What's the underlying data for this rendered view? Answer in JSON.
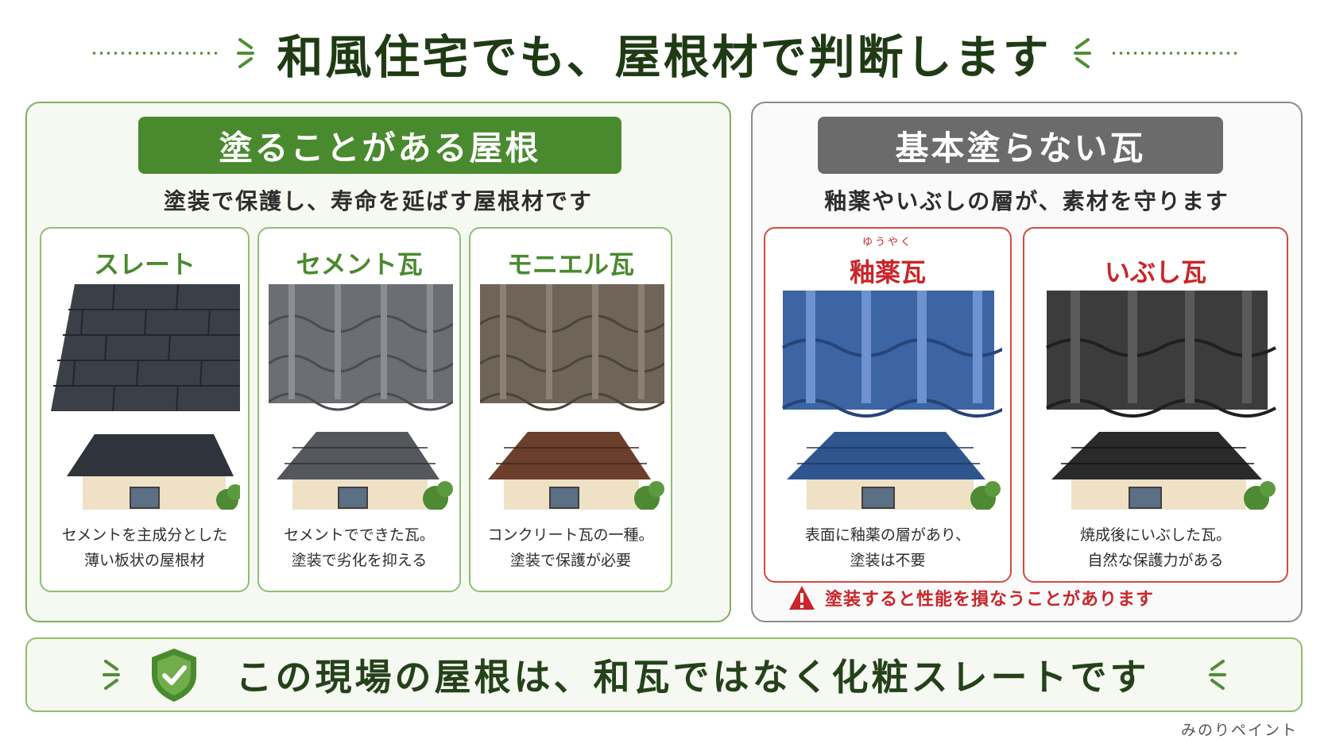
{
  "title": "和風住宅でも、屋根材で判断します",
  "left_panel": {
    "header": "塗ることがある屋根",
    "subtitle": "塗装で保護し、寿命を延ばす屋根材です",
    "cards": [
      {
        "title": "スレート",
        "desc1": "セメントを主成分とした",
        "desc2": "薄い板状の屋根材"
      },
      {
        "title": "セメント瓦",
        "desc1": "セメントでできた瓦。",
        "desc2": "塗装で劣化を抑える"
      },
      {
        "title": "モニエル瓦",
        "desc1": "コンクリート瓦の一種。",
        "desc2": "塗装で保護が必要"
      }
    ]
  },
  "right_panel": {
    "header": "基本塗らない瓦",
    "subtitle": "釉薬やいぶしの層が、素材を守ります",
    "cards": [
      {
        "ruby": "ゆうやく",
        "title": "釉薬瓦",
        "desc1": "表面に釉薬の層があり、",
        "desc2": "塗装は不要"
      },
      {
        "title": "いぶし瓦",
        "desc1": "焼成後にいぶした瓦。",
        "desc2": "自然な保護力がある"
      }
    ],
    "warning": "塗装すると性能を損なうことがあります"
  },
  "bottom_message": "この現場の屋根は、和瓦ではなく化粧スレートです",
  "brand": "みのりペイント",
  "colors": {
    "green": "#4a8a2e",
    "dark_green": "#1f3b14",
    "gray": "#6b6b6b",
    "red": "#c8262a",
    "slate": "#3b3f48",
    "cement": "#6b6e72",
    "monier": "#6e6558",
    "glazed": "#3d64a3",
    "ibushi": "#3c3c3c"
  },
  "icons": [
    "sparkle-icon",
    "shield-check-icon",
    "warning-icon"
  ]
}
